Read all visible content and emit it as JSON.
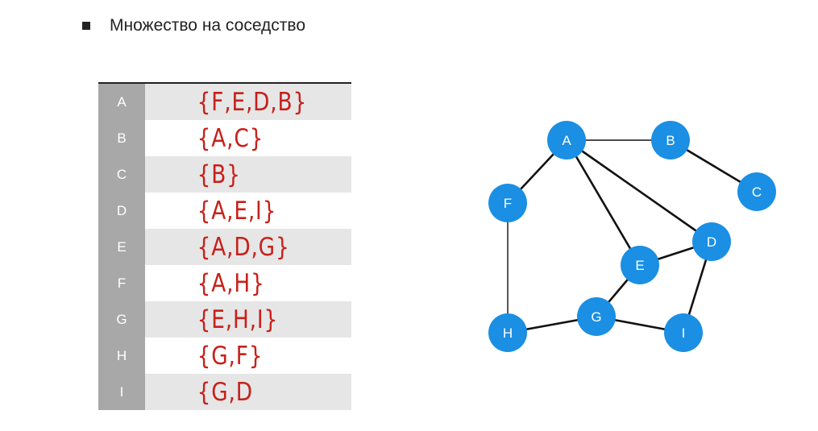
{
  "heading": {
    "text": "Множество на соседство"
  },
  "adjacency_table": {
    "rows": [
      {
        "key": "A",
        "value": "{F,E,D,B}"
      },
      {
        "key": "B",
        "value": "{A,C}"
      },
      {
        "key": "C",
        "value": "{B}"
      },
      {
        "key": "D",
        "value": "{A,E,I}"
      },
      {
        "key": "E",
        "value": "{A,D,G}"
      },
      {
        "key": "F",
        "value": "{A,H}"
      },
      {
        "key": "G",
        "value": "{E,H,I}"
      },
      {
        "key": "H",
        "value": "{G,F}"
      },
      {
        "key": "I",
        "value": "{G,D"
      }
    ]
  },
  "graph": {
    "node_color": "#1a8fe3",
    "nodes": [
      "A",
      "B",
      "C",
      "D",
      "E",
      "F",
      "G",
      "H",
      "I"
    ],
    "edges": [
      [
        "A",
        "B"
      ],
      [
        "B",
        "C"
      ],
      [
        "A",
        "F"
      ],
      [
        "A",
        "E"
      ],
      [
        "A",
        "D"
      ],
      [
        "D",
        "E"
      ],
      [
        "D",
        "I"
      ],
      [
        "E",
        "G"
      ],
      [
        "F",
        "H"
      ],
      [
        "H",
        "G"
      ],
      [
        "G",
        "I"
      ]
    ]
  }
}
